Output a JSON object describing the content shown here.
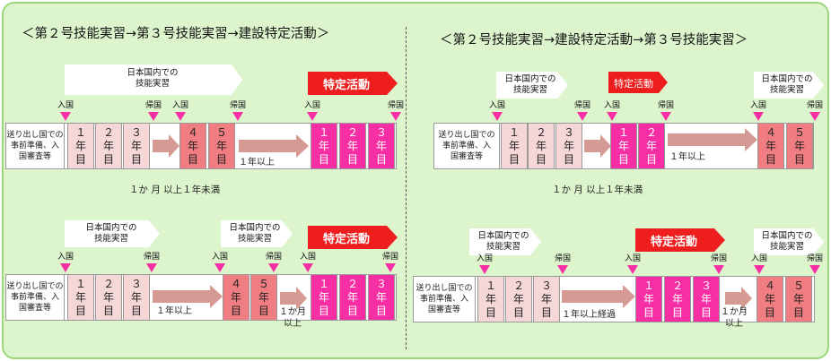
{
  "left": {
    "title": "＜第２号技能実習→第３号技能実習→建設特定活動＞",
    "top": {
      "callout": "日本国内での\n技能実習",
      "banner": "特定活動",
      "prep": "送り出し国での\n事前準備、入\n国審査等",
      "years": [
        "１\n年\n目",
        "２\n年\n目",
        "３\n年\n目",
        "４\n年\n目",
        "５\n年\n目",
        "１\n年\n目",
        "２\n年\n目",
        "３\n年\n目"
      ],
      "markers": [
        "入国",
        "帰国",
        "入国",
        "帰国",
        "入国",
        "帰国"
      ],
      "gap_label": "１年以上",
      "bottom_label": "１か 月 以上１年未満"
    },
    "bottom": {
      "callout1": "日本国内での\n技能実習",
      "callout2": "日本国内での\n技能実習",
      "banner": "特定活動",
      "prep": "送り出し国での\n事前準備、入\n国審査等",
      "years": [
        "１\n年\n目",
        "２\n年\n目",
        "３\n年\n目",
        "４\n年\n目",
        "５\n年\n目",
        "１\n年\n目",
        "２\n年\n目",
        "３\n年\n目"
      ],
      "markers": [
        "入国",
        "帰国",
        "入国",
        "帰国",
        "入国",
        "帰国"
      ],
      "gap_label": "１年以上",
      "gap2_label": "１か月\n以上"
    }
  },
  "right": {
    "title": "＜第２号技能実習→建設特定活動→第３号技能実習＞",
    "top": {
      "callout1": "日本国内での\n技能実習",
      "banner": "特定活動",
      "callout2": "日本国内での\n技能実習",
      "prep": "送り出し国での\n事前準備、入\n国審査等",
      "years": [
        "１\n年\n目",
        "２\n年\n目",
        "３\n年\n目",
        "１\n年\n目",
        "２\n年\n目",
        "４\n年\n目",
        "５\n年\n目"
      ],
      "markers": [
        "入国",
        "帰国",
        "入国",
        "帰国",
        "入国",
        "帰国"
      ],
      "gap_label": "１年以上",
      "bottom_label": "１か 月 以上１年未満"
    },
    "bottom": {
      "callout1": "日本国内での\n技能実習",
      "banner": "特定活動",
      "callout2": "日本国内での\n技能実習",
      "prep": "送り出し国での\n事前準備、入\n国審査等",
      "years": [
        "１\n年\n目",
        "２\n年\n目",
        "３\n年\n目",
        "１\n年\n目",
        "２\n年\n目",
        "３\n年\n目",
        "４\n年\n目",
        "５\n年\n目"
      ],
      "markers": [
        "入国",
        "帰国",
        "入国",
        "帰国",
        "入国",
        "帰国"
      ],
      "gap_label": "１年以上経過",
      "gap2_label": "１か月\n以上"
    }
  },
  "colors": {
    "pale": "#f6d7d8",
    "mid": "#f07d82",
    "pink": "#f72fa5",
    "red": "#ee1e1e",
    "frame": "#ddf5cd"
  }
}
